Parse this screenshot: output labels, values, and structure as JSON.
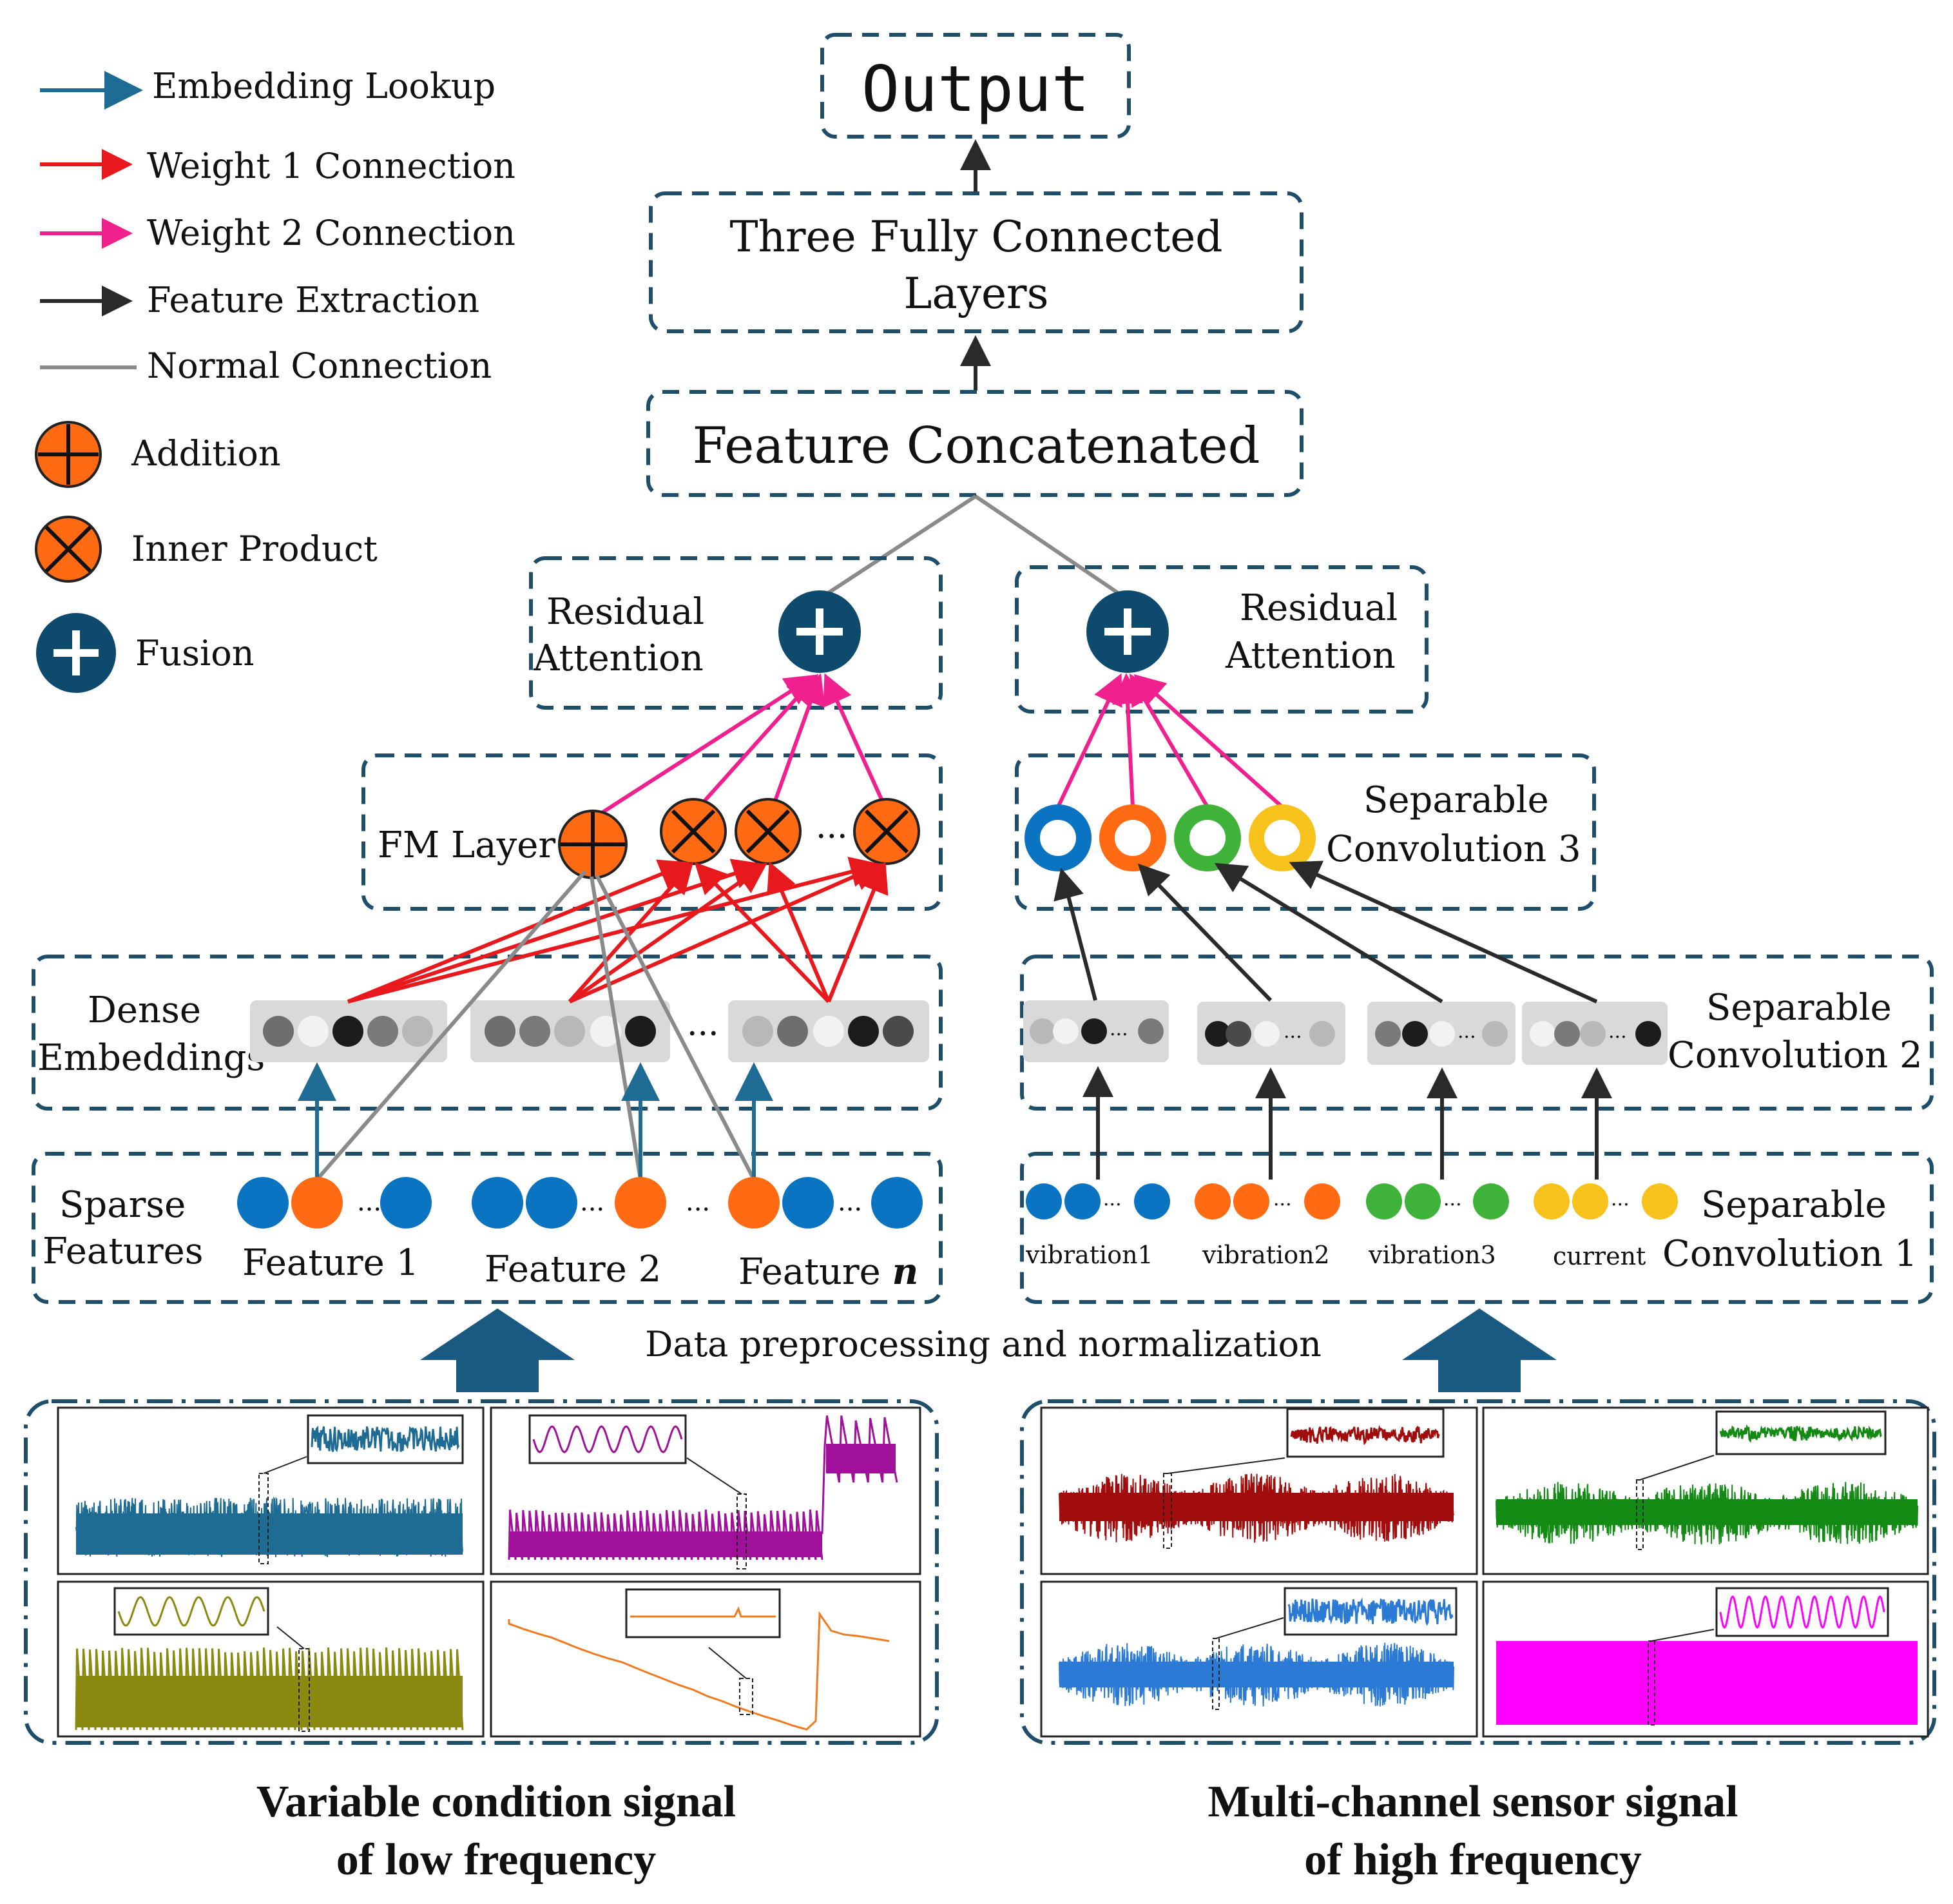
{
  "legend": {
    "embedding_lookup": "Embedding Lookup",
    "weight1": "Weight 1 Connection",
    "weight2": "Weight 2 Connection",
    "feature_extraction": "Feature Extraction",
    "normal": "Normal Connection",
    "addition": "Addition",
    "inner_product": "Inner Product",
    "fusion": "Fusion"
  },
  "top": {
    "output": "Output",
    "fc_line1": "Three Fully Connected",
    "fc_line2": "Layers",
    "concat": "Feature Concatenated"
  },
  "left": {
    "residual_line1": "Residual",
    "residual_line2": "Attention",
    "fm_layer": "FM Layer",
    "dense_line1": "Dense",
    "dense_line2": "Embeddings",
    "sparse_line1": "Sparse",
    "sparse_line2": "Features",
    "feature1": "Feature 1",
    "feature2": "Feature 2",
    "featuren_prefix": "Feature ",
    "featuren_var": "n",
    "ellipsis": "..."
  },
  "right": {
    "residual_line1": "Residual",
    "residual_line2": "Attention",
    "sep3_line1": "Separable",
    "sep3_line2": "Convolution 3",
    "sep2_line1": "Separable",
    "sep2_line2": "Convolution 2",
    "sep1_line1": "Separable",
    "sep1_line2": "Convolution 1",
    "channels": [
      "vibration1",
      "vibration2",
      "vibration3",
      "current"
    ]
  },
  "middle": {
    "preprocess": "Data preprocessing and normalization"
  },
  "bottom": {
    "left_caption_line1": "Variable condition signal",
    "left_caption_line2": "of low frequency",
    "right_caption_line1": "Multi-channel sensor signal",
    "right_caption_line2": "of high frequency"
  },
  "colors": {
    "frame": "#1f4e6b",
    "fusion": "#0e4a6e",
    "orange": "#ff6a13",
    "blue": "#0a73c2",
    "red": "#e8191c",
    "pink": "#f0208f",
    "gray": "#8a8a8a",
    "green": "#3fb23a",
    "yellow": "#f7c21b",
    "signal_teal": "#1e6b93",
    "signal_purple": "#a0109a",
    "signal_olive": "#8a8a10",
    "signal_orange": "#f07a20",
    "signal_darkred": "#a10d0d",
    "signal_green": "#138a14",
    "signal_blue": "#2a7ad6",
    "signal_magenta": "#ff00ff"
  }
}
